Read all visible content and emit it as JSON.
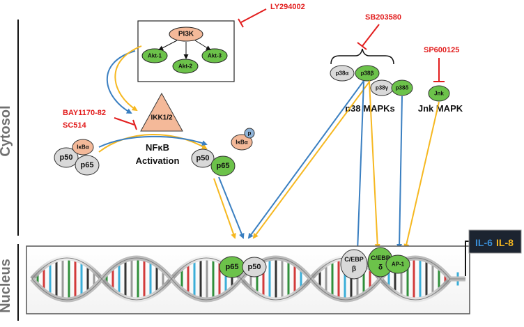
{
  "compartments": {
    "cytosol": "Cytosol",
    "nucleus": "Nucleus"
  },
  "inhibitors": {
    "ly": "LY294002",
    "sb": "SB203580",
    "sp": "SP600125",
    "bay": "BAY1170-82",
    "sc": "SC514"
  },
  "nodes": {
    "pi3k": "PI3K",
    "akt1": "Akt-1",
    "akt2": "Akt-2",
    "akt3": "Akt-3",
    "ikk": "IKK1/2",
    "p50": "p50",
    "p65": "p65",
    "ikba": "IκBα",
    "phospho": "p",
    "p38a": "p38α",
    "p38b": "p38β",
    "p38g": "p38γ",
    "p38d": "p38δ",
    "jnk": "Jnk",
    "nuc_p65": "p65",
    "nuc_p50": "p50",
    "cebpb_1": "C/EBP",
    "cebpb_2": "β",
    "cebpd_1": "C/EBP",
    "cebpd_2": "δ",
    "ap1": "AP-1"
  },
  "labels": {
    "nfkb_1": "NFκB",
    "nfkb_2": "Activation",
    "p38_mapks": "p38 MAPKs",
    "jnk_mapk": "Jnk MAPK"
  },
  "outputs": {
    "il6": "IL-6",
    "il8": "IL-8"
  },
  "colors": {
    "blue": "#3a7fc1",
    "yellow": "#f6b820",
    "green": "#6cc24a",
    "grey": "#d9d9d9",
    "salmon": "#f4b999",
    "inhibitor_red": "#e21d1d"
  }
}
